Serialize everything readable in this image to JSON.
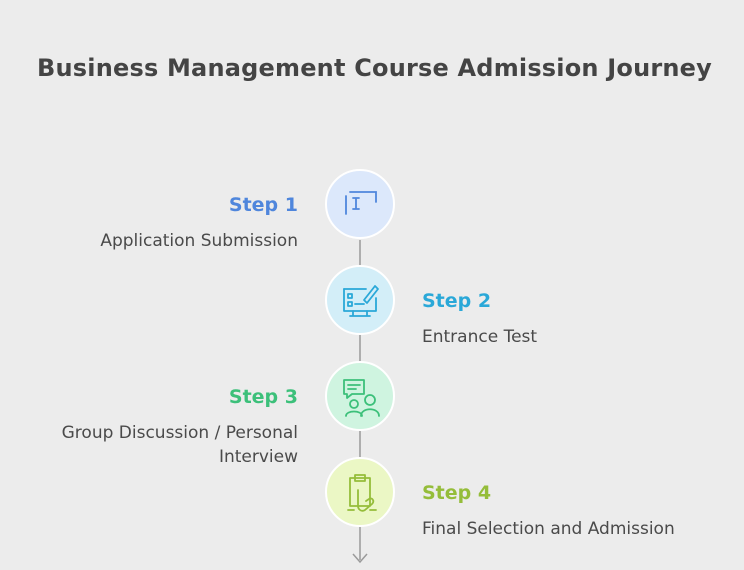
{
  "title": "Business Management Course Admission Journey",
  "colors": {
    "background": "#ececec",
    "connector": "#9a9a9a",
    "step1": "#4f86dc",
    "step2": "#2aa8d8",
    "step3": "#3cc07a",
    "step4": "#95bd3a"
  },
  "steps": [
    {
      "label": "Step 1",
      "description": "Application Submission",
      "icon": "text-cursor-icon"
    },
    {
      "label": "Step 2",
      "description": "Entrance Test",
      "icon": "monitor-checklist-pencil-icon"
    },
    {
      "label": "Step 3",
      "description": "Group Discussion / Personal Interview",
      "icon": "people-discussion-icon"
    },
    {
      "label": "Step 4",
      "description": "Final Selection and Admission",
      "icon": "clipboard-signing-icon"
    }
  ]
}
